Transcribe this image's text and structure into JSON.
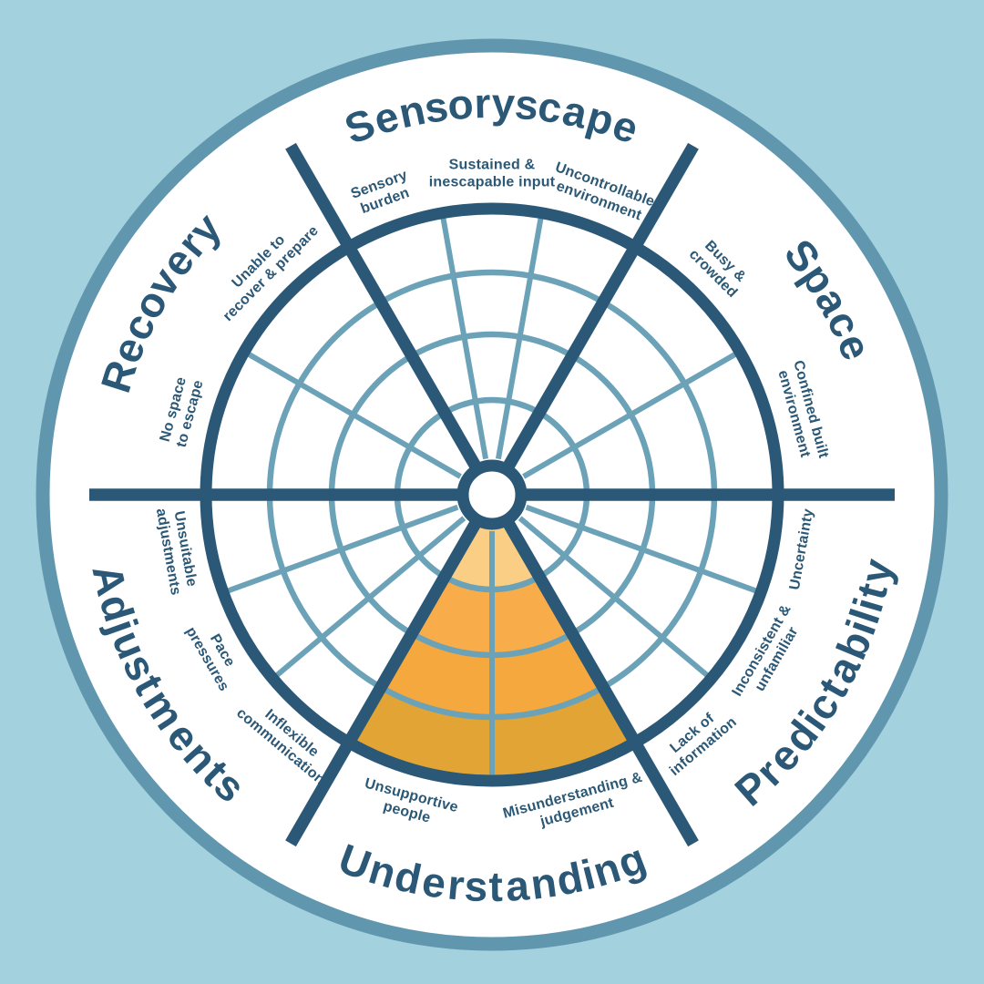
{
  "wheel": {
    "colors": {
      "background": "#A3D1DE",
      "circle_border": "#6097AE",
      "wheel_navy": "#2B5876",
      "grid_blue": "#6BA2B8",
      "text_navy": "#2B5876",
      "disc_white": "#FFFFFF"
    },
    "sectors": [
      {
        "id": "sensoryscape",
        "title": "Sensoryscape",
        "center_angle": 0,
        "labels": [
          {
            "text": "Sensory\nburden",
            "angle": -20
          },
          {
            "text": "Sustained &\ninescapable input",
            "angle": 0
          },
          {
            "text": "Uncontrollable\nenvironment",
            "angle": 20
          }
        ],
        "highlight": null
      },
      {
        "id": "space",
        "title": "Space",
        "center_angle": 60,
        "labels": [
          {
            "text": "Busy &\ncrowded",
            "angle": 45
          },
          {
            "text": "Confined built\nenvironment",
            "angle": 75
          }
        ],
        "highlight": null
      },
      {
        "id": "predictability",
        "title": "Predictability",
        "center_angle": 120,
        "labels": [
          {
            "text": "Uncertainty",
            "angle": 100
          },
          {
            "text": "Inconsistent &\nunfamiliar",
            "angle": 120
          },
          {
            "text": "Lack of\ninformation",
            "angle": 140
          }
        ],
        "highlight": null
      },
      {
        "id": "understanding",
        "title": "Understanding",
        "center_angle": 180,
        "labels": [
          {
            "text": "Misunderstanding &\njudgement",
            "angle": 165
          },
          {
            "text": "Unsupportive\npeople",
            "angle": 195
          }
        ],
        "highlight": {
          "band_colors": [
            "#FBCE85",
            "#F9AD4A",
            "#F4A83E",
            "#E2A434"
          ]
        }
      },
      {
        "id": "adjustments",
        "title": "Adjustments",
        "center_angle": 240,
        "labels": [
          {
            "text": "Inflexible\ncommunication",
            "angle": 220
          },
          {
            "text": "Pace\npressures",
            "angle": 240
          },
          {
            "text": "Unsuitable\nadjustments",
            "angle": 260
          }
        ],
        "highlight": null
      },
      {
        "id": "recovery",
        "title": "Recovery",
        "center_angle": 300,
        "labels": [
          {
            "text": "No space\nto escape",
            "angle": 285
          },
          {
            "text": "Unable to\nrecover & prepare",
            "angle": 315
          }
        ],
        "highlight": null
      }
    ]
  }
}
